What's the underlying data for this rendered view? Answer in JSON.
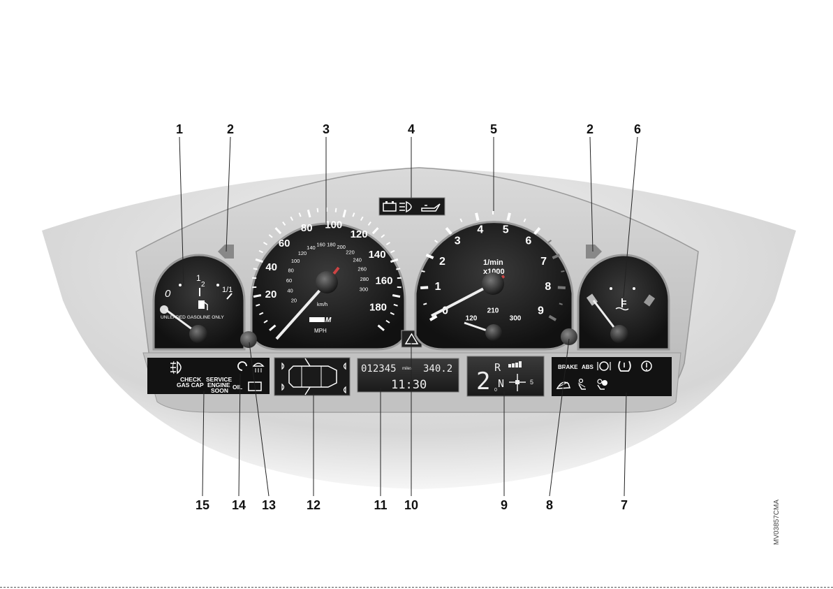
{
  "callouts": {
    "top": [
      "1",
      "2",
      "3",
      "4",
      "5",
      "2",
      "6"
    ],
    "bottom": [
      "15",
      "14",
      "13",
      "12",
      "11",
      "10",
      "9",
      "8",
      "7"
    ]
  },
  "fuel_gauge": {
    "mark_empty": "0",
    "mark_half_num": "1",
    "mark_half_den": "2",
    "mark_full": "1/1",
    "caption": "UNLEADED GASOLINE ONLY"
  },
  "speedometer": {
    "outer_ticks": [
      "20",
      "40",
      "60",
      "80",
      "100",
      "120",
      "140",
      "160",
      "180"
    ],
    "inner_ticks": [
      "20",
      "40",
      "60",
      "80",
      "100",
      "120",
      "140",
      "160",
      "180",
      "200",
      "220",
      "240",
      "260",
      "280",
      "300"
    ],
    "inner_unit": "km/h",
    "unit": "MPH",
    "brand": "M"
  },
  "warning_top": [
    "battery-icon",
    "headlight-icon",
    "oil-can-icon"
  ],
  "tachometer": {
    "ticks": [
      "0",
      "1",
      "2",
      "3",
      "4",
      "5",
      "6",
      "7",
      "8",
      "9"
    ],
    "unit_line1": "1/min",
    "unit_line2": "x1000",
    "oil_ticks": [
      "120",
      "210",
      "300"
    ]
  },
  "left_panel": {
    "check_line1": "CHECK",
    "check_line2": "GAS CAP",
    "service_line1": "SERVICE",
    "service_line2": "ENGINE",
    "service_line3": "SOON",
    "oil": "OIL"
  },
  "center_display": {
    "odometer": "012345",
    "unit": "miles",
    "trip": "340.2",
    "clock": "11:30"
  },
  "gear_display": {
    "gear": "2",
    "letters": [
      "R",
      "N"
    ],
    "gate_num": "5",
    "min": "0"
  },
  "right_panel": {
    "brake": "BRAKE",
    "abs": "ABS"
  },
  "code": "MV03857CMA",
  "colors": {
    "dial_face": "#1e1e1e",
    "cluster": "#c9c9c9",
    "panel": "#141414"
  }
}
